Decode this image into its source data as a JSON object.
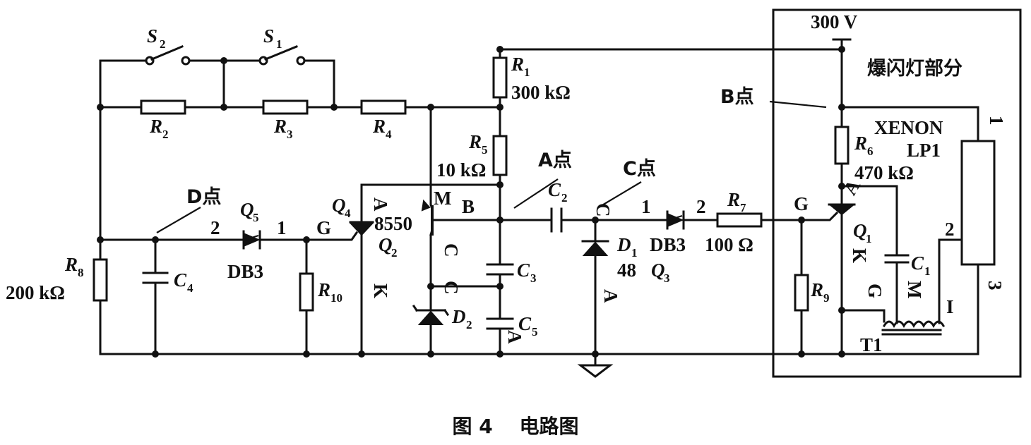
{
  "labels": {
    "s2": "S",
    "s2_sub": "2",
    "s1": "S",
    "s1_sub": "1",
    "r1": "R",
    "r1_sub": "1",
    "r1_val": "300 kΩ",
    "r2": "R",
    "r2_sub": "2",
    "r3": "R",
    "r3_sub": "3",
    "r4": "R",
    "r4_sub": "4",
    "r5": "R",
    "r5_sub": "5",
    "r5_val": "10 kΩ",
    "r6": "R",
    "r6_sub": "6",
    "r6_val": "470 kΩ",
    "r7": "R",
    "r7_sub": "7",
    "r7_val": "100 Ω",
    "r8": "R",
    "r8_sub": "8",
    "r8_val": "200 kΩ",
    "r9": "R",
    "r9_sub": "9",
    "r10": "R",
    "r10_sub": "10",
    "c1": "C",
    "c1_sub": "1",
    "c2": "C",
    "c2_sub": "2",
    "c3": "C",
    "c3_sub": "3",
    "c4": "C",
    "c4_sub": "4",
    "c5": "C",
    "c5_sub": "5",
    "d1": "D",
    "d1_sub": "1",
    "d1_val": "48",
    "d2": "D",
    "d2_sub": "2",
    "q1": "Q",
    "q1_sub": "1",
    "q2": "Q",
    "q2_sub": "2",
    "q3": "Q",
    "q3_sub": "3",
    "q4": "Q",
    "q4_sub": "4",
    "q5": "Q",
    "q5_sub": "5",
    "db3_a": "DB3",
    "db3_b": "DB3",
    "v300": "300 V",
    "flash_section": "爆闪灯部分",
    "point_a": "A点",
    "point_b": "B点",
    "point_c": "C点",
    "point_d": "D点",
    "xenon": "XENON",
    "lp1": "LP1",
    "t1": "T1",
    "part_8550": "8550",
    "pin_m": "M",
    "pin_b": "B",
    "pin_c1": "C",
    "pin_c2": "C",
    "pin_c3": "C",
    "pin_a_q4": "A",
    "pin_k_q4": "K",
    "pin_g_q4": "G",
    "pin_a_c5": "A",
    "pin_a_d1": "A",
    "pin_g_q1": "G",
    "pin_k_q1": "K",
    "pin_a_q1": "A",
    "pin_g_t1": "G",
    "pin_m_t1": "M",
    "pin_i_t1": "I",
    "n1_q5": "1",
    "n2_q5": "2",
    "n1_q3": "1",
    "n2_q3": "2",
    "n1_lp": "1",
    "n2_lp": "2",
    "n3_lp": "3"
  },
  "caption": "图 4　 电路图"
}
